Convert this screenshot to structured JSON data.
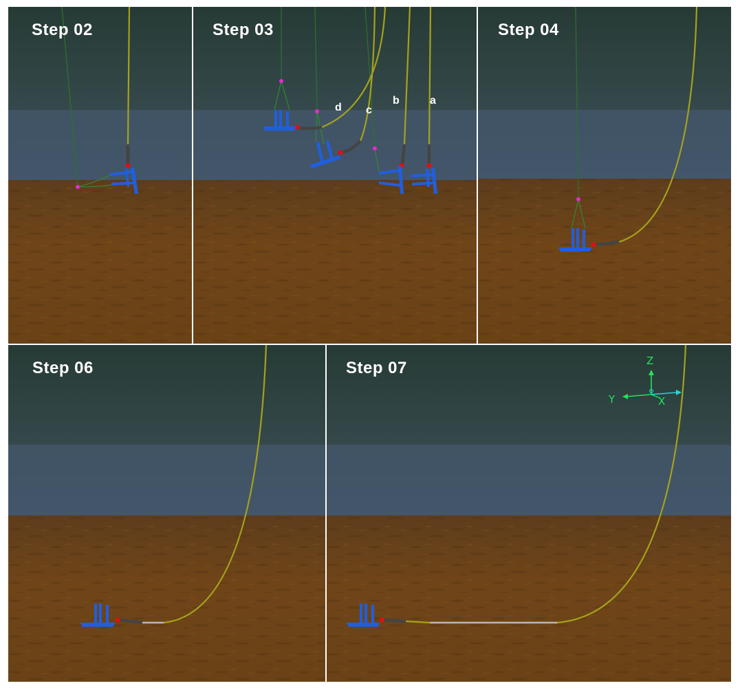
{
  "panels": [
    {
      "id": "step02",
      "label": "Step 02"
    },
    {
      "id": "step03",
      "label": "Step 03",
      "risers": [
        "d",
        "c",
        "b",
        "a"
      ]
    },
    {
      "id": "step04",
      "label": "Step 04"
    },
    {
      "id": "step06",
      "label": "Step 06"
    },
    {
      "id": "step07",
      "label": "Step 07",
      "axes": {
        "z": "Z",
        "y": "Y",
        "x": "X"
      }
    }
  ],
  "colors": {
    "water_top": "#2b3e3a",
    "water_band": "#44566a",
    "seabed": "#6e4518",
    "riser": "#a5a21c",
    "lift_rope": "#2f6e2f",
    "structure": "#1f5fe0",
    "connector": "#444444",
    "marker": "#e62ad0",
    "flange": "#e01010",
    "axis": "#22e35a",
    "axis_x": "#2ad4d4"
  }
}
